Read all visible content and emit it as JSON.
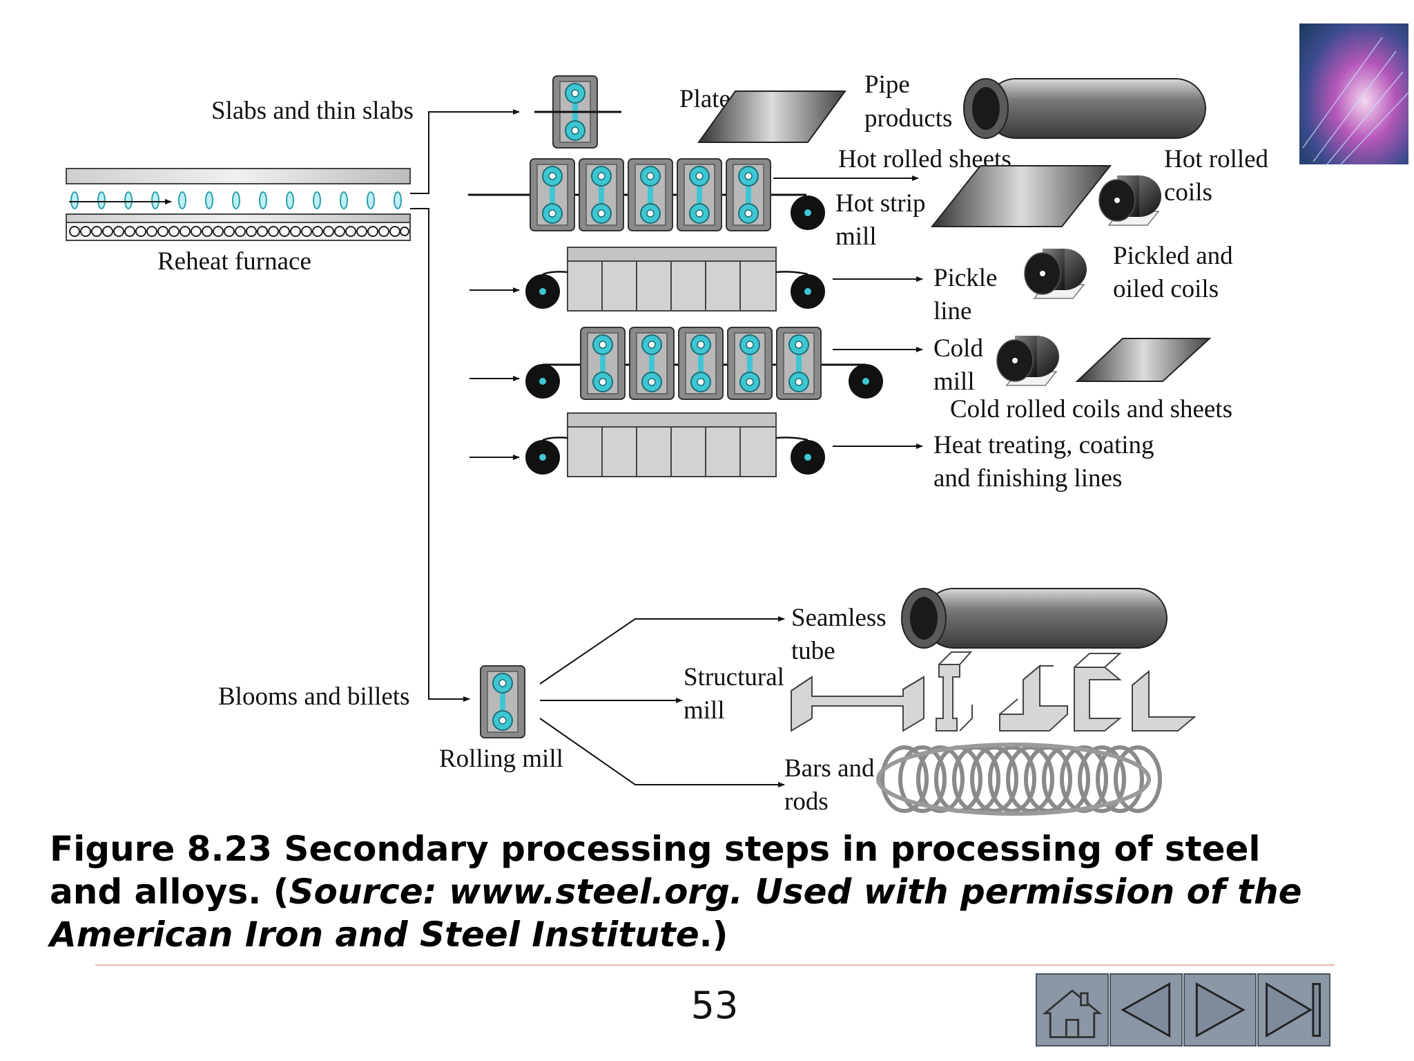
{
  "diagram": {
    "labels": {
      "slabs": "Slabs and thin slabs",
      "reheat": "Reheat furnace",
      "plates": "Plates",
      "pipe1": "Pipe",
      "pipe2": "products",
      "hotsheets": "Hot rolled sheets",
      "hotcoils1": "Hot rolled",
      "hotcoils2": "coils",
      "hotstrip1": "Hot strip",
      "hotstrip2": "mill",
      "pickle1": "Pickle",
      "pickle2": "line",
      "pickled1": "Pickled and",
      "pickled2": "oiled coils",
      "cold1": "Cold",
      "cold2": "mill",
      "coldrolled": "Cold rolled coils and sheets",
      "heat1": "Heat treating, coating",
      "heat2": "and finishing lines",
      "seamless1": "Seamless",
      "seamless2": "tube",
      "structural1": "Structural",
      "structural2": "mill",
      "blooms": "Blooms and billets",
      "rolling": "Rolling mill",
      "bars1": "Bars and",
      "bars2": "rods"
    }
  },
  "caption": {
    "figure": "Figure 8.23 Secondary processing steps in processing of steel and alloys. (",
    "source": "Source: www.steel.org. Used with permission of the American Iron and Steel Institute",
    "end": ".)"
  },
  "page_number": "53",
  "nav": {
    "icons": [
      "home-icon",
      "previous-icon",
      "next-icon",
      "last-icon"
    ]
  },
  "colors": {
    "roll_cyan": "#3ec6d3",
    "stand_gray": "#8a8a8a",
    "nav_blue": "#8c97a6"
  }
}
